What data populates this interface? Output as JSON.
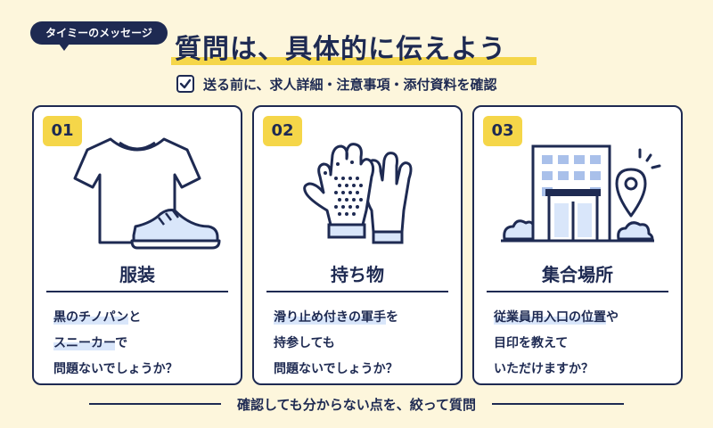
{
  "tag_label": "タイミーのメッセージ",
  "headline": "質問は、具体的に伝えよう",
  "subline": "送る前に、求人詳細・注意事項・添付資料を確認",
  "cards": [
    {
      "number": "01",
      "title": "服装",
      "lines": [
        {
          "parts": [
            {
              "text": "黒のチノパン",
              "highlight": true
            },
            {
              "text": "と",
              "highlight": false
            }
          ]
        },
        {
          "parts": [
            {
              "text": "スニーカー",
              "highlight": true
            },
            {
              "text": "で",
              "highlight": false
            }
          ]
        },
        {
          "parts": [
            {
              "text": "問題ないでしょうか？",
              "highlight": false
            }
          ]
        }
      ],
      "icon": "tshirt-and-sneaker-icon"
    },
    {
      "number": "02",
      "title": "持ち物",
      "lines": [
        {
          "parts": [
            {
              "text": "滑り止め付きの軍手",
              "highlight": true
            },
            {
              "text": "を",
              "highlight": false
            }
          ]
        },
        {
          "parts": [
            {
              "text": "持参しても",
              "highlight": false
            }
          ]
        },
        {
          "parts": [
            {
              "text": "問題ないでしょうか？",
              "highlight": false
            }
          ]
        }
      ],
      "icon": "work-gloves-icon"
    },
    {
      "number": "03",
      "title": "集合場所",
      "lines": [
        {
          "parts": [
            {
              "text": "従業員用入口の位置",
              "highlight": true
            },
            {
              "text": "や",
              "highlight": false
            }
          ]
        },
        {
          "parts": [
            {
              "text": "目印を教えて",
              "highlight": false
            }
          ]
        },
        {
          "parts": [
            {
              "text": "いただけますか？",
              "highlight": false
            }
          ]
        }
      ],
      "icon": "building-with-map-pin-icon"
    }
  ],
  "footer": "確認しても分からない点を、絞って質問",
  "colors": {
    "navy": "#1e2a52",
    "yellow": "#f5d649",
    "light_blue": "#d9e6fa",
    "background": "#fdf6dc"
  }
}
